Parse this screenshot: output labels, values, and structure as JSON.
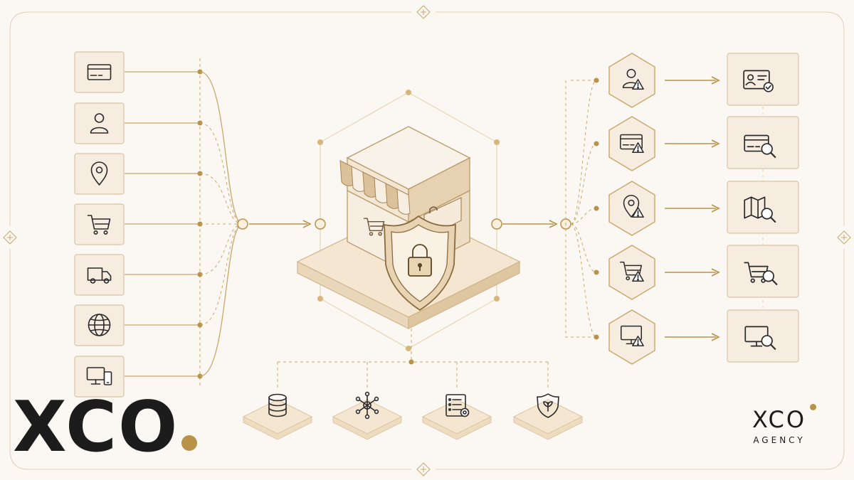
{
  "colors": {
    "accent": "#b8924a",
    "line": "#c9a66a",
    "box_fill": "#f6ecdf",
    "box_stroke": "#d9c4a3",
    "icon": "#2a2a2a",
    "background": "#fbf8f3"
  },
  "inputs": [
    {
      "icon": "credit-card-icon"
    },
    {
      "icon": "user-icon"
    },
    {
      "icon": "location-pin-icon"
    },
    {
      "icon": "shopping-cart-icon"
    },
    {
      "icon": "delivery-truck-icon"
    },
    {
      "icon": "globe-icon"
    },
    {
      "icon": "devices-icon"
    }
  ],
  "center": {
    "icon": "secure-store-icon",
    "badge_icon": "shield-lock-icon"
  },
  "bottom_services": [
    {
      "icon": "database-icon"
    },
    {
      "icon": "network-hub-icon"
    },
    {
      "icon": "settings-list-icon"
    },
    {
      "icon": "shield-leaf-icon"
    }
  ],
  "risks": [
    {
      "icon": "user-warning-icon",
      "result_icon": "id-card-verified-icon"
    },
    {
      "icon": "card-warning-icon",
      "result_icon": "card-search-icon"
    },
    {
      "icon": "location-warning-icon",
      "result_icon": "map-search-icon"
    },
    {
      "icon": "cart-warning-icon",
      "result_icon": "cart-search-icon"
    },
    {
      "icon": "monitor-warning-icon",
      "result_icon": "monitor-search-icon"
    }
  ],
  "brand_left": {
    "name": "XCO"
  },
  "brand_right": {
    "name": "XCO",
    "sub": "AGENCY"
  }
}
